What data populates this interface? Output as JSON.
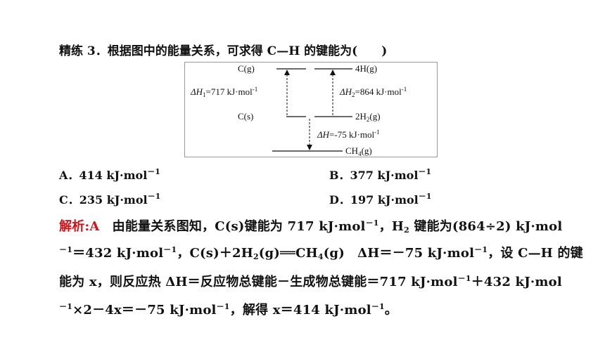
{
  "question": {
    "prefix": "精练 3．根据图中的能量关系，可求得 ",
    "bond": "C—H",
    "suffix": " 的键能为(　　)"
  },
  "diagram": {
    "c_gas": "C(g)",
    "h_gas": "4H(g)",
    "c_solid": "C(s)",
    "h2_gas_pre": "2H",
    "h2_gas_sub": "2",
    "h2_gas_post": "(g)",
    "ch4_pre": "CH",
    "ch4_sub": "4",
    "ch4_post": "(g)",
    "dh1_pre": "ΔH",
    "dh1_sub": "1",
    "dh1_post": "=717 kJ·mol",
    "dh1_exp": "-1",
    "dh2_pre": "ΔH",
    "dh2_sub": "2",
    "dh2_post": "=864 kJ·mol",
    "dh2_exp": "-1",
    "dh_pre": "ΔH",
    "dh_post": "=-75 kJ·mol",
    "dh_exp": "-1"
  },
  "options": [
    {
      "label": "A．414 kJ·mol",
      "exp": "－1"
    },
    {
      "label": "B．377 kJ·mol",
      "exp": "－1"
    },
    {
      "label": "C．235 kJ·mol",
      "exp": "－1"
    },
    {
      "label": "D．197 kJ·mol",
      "exp": "－1"
    }
  ],
  "analysis": {
    "tag": "解析:A",
    "l1_a": "　由能量关系图知，C(s)键能为 717 kJ·mol",
    "l1_exp": "－1",
    "l1_b": "，H",
    "l1_sub": "2",
    "l1_c": " 键能为(864÷2) kJ·mol",
    "l2_exp": "－1",
    "l2_a": "＝432 kJ·mol",
    "l2_exp2": "－1",
    "l2_b": "，C(s)＋2H",
    "l2_sub": "2",
    "l2_c": "(g)══CH",
    "l2_sub2": "4",
    "l2_d": "(g)　ΔH＝－75 kJ·mol",
    "l2_exp3": "－1",
    "l2_e": "，设 C—H 的键",
    "l3_a": "能为 x，则反应热 ΔH＝反应物总键能－生成物总键能＝717 kJ·mol",
    "l3_exp": "－1",
    "l3_b": "＋432 kJ·mol",
    "l4_exp": "－1",
    "l4_a": "×2－4x＝－75 kJ·mol",
    "l4_exp2": "－1",
    "l4_b": "，解得 x＝414 kJ·mol",
    "l4_exp3": "－1",
    "l4_c": "。"
  }
}
